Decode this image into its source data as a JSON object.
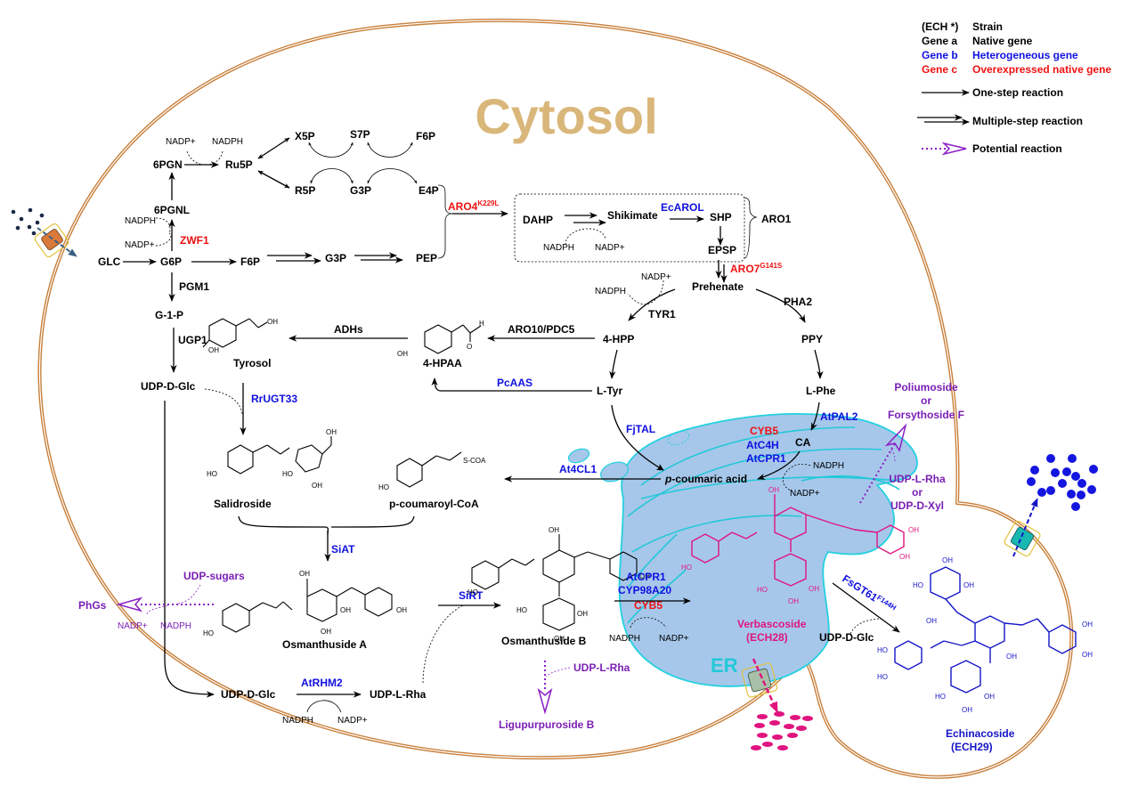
{
  "compartments": {
    "cytosol": "Cytosol",
    "er": "ER"
  },
  "legend": {
    "rows": [
      {
        "key": "(ECH *)",
        "desc": "Strain",
        "color": "#000000"
      },
      {
        "key": "Gene a",
        "desc": "Native gene",
        "color": "#000000"
      },
      {
        "key": "Gene b",
        "desc": "Heterogeneous gene",
        "color": "#1010e0"
      },
      {
        "key": "Gene c",
        "desc": "Overexpressed native gene",
        "color": "#ee1111"
      }
    ],
    "arrows": {
      "one_step": "One-step reaction",
      "multi_step": "Multiple-step reaction",
      "potential": "Potential  reaction"
    }
  },
  "colors": {
    "native": "#000000",
    "heterogeneous": "#1010e0",
    "overexpressed": "#ee1111",
    "potential": "#7a1fb5",
    "verbascoside": "#e0157f",
    "echinacoside": "#1515c8",
    "membrane": "#c8803c",
    "er_fill": "#a6c7ea",
    "er_edge": "#23d0e0",
    "cytosol_title": "#d9b77a"
  },
  "metabolites": {
    "glc": "GLC",
    "g6p": "G6P",
    "f6p_glyco": "F6P",
    "g3p_glyco": "G3P",
    "pep": "PEP",
    "pgnl": "6PGNL",
    "pgn": "6PGN",
    "ru5p": "Ru5P",
    "x5p": "X5P",
    "s7p": "S7P",
    "f6p_ppp": "F6P",
    "r5p": "R5P",
    "g3p_ppp": "G3P",
    "e4p": "E4P",
    "g1p": "G-1-P",
    "udp_glc_1": "UDP-D-Glc",
    "udp_glc_2": "UDP-D-Glc",
    "udp_glc_3": "UDP-D-Glc",
    "udp_rha": "UDP-L-Rha",
    "dahp": "DAHP",
    "shikimate": "Shikimate",
    "shp": "SHP",
    "epsp": "EPSP",
    "prehenate": "Prehenate",
    "hpp": "4-HPP",
    "ppy": "PPY",
    "ltyr": "L-Tyr",
    "lphe": "L-Phe",
    "hpaa": "4-HPAA",
    "tyrosol": "Tyrosol",
    "salidroside": "Salidroside",
    "pcoumaroyl_coa": "p-coumaroyl-CoA",
    "pcoumaric_italic": "p",
    "pcoumaric_rest": "-coumaric acid",
    "ca": "CA",
    "osmanthuside_a": "Osmanthuside A",
    "osmanthuside_b": "Osmanthuside B",
    "verbascoside": "Verbascoside",
    "verbascoside_strain": "(ECH28)",
    "echinacoside": "Echinacoside",
    "echinacoside_strain": "(ECH29)",
    "scoa": "S-COA"
  },
  "cofactors": {
    "nadph": "NADPH",
    "nadp": "NADP+"
  },
  "genes": {
    "zwf1": "ZWF1",
    "pgm1": "PGM1",
    "ugp1": "UGP1",
    "aro4": "ARO4",
    "aro4_sup": "K229L",
    "ecarol": "EcAROL",
    "aro1": "ARO1",
    "aro7": "ARO7",
    "aro7_sup": "G141S",
    "tyr1": "TYR1",
    "pha2": "PHA2",
    "aro10": "ARO10/PDC5",
    "adhs": "ADHs",
    "pcaas": "PcAAS",
    "rrugt33": "RrUGT33",
    "fjtal": "FjTAL",
    "atpal2": "AtPAL2",
    "cyb5_top": "CYB5",
    "atc4h": "AtC4H",
    "atcpr1_top": "AtCPR1",
    "at4cl1": "At4CL1",
    "siat": "SiAT",
    "sirt": "SiRT",
    "atrhm2": "AtRHM2",
    "atcpr1_bot": "AtCPR1",
    "cyp98a20": "CYP98A20",
    "cyb5_bot": "CYB5",
    "fsgt61": "FsGT61",
    "fsgt61_sup": "F144H"
  },
  "potential": {
    "phgs": "PhGs",
    "udp_sugars": "UDP-sugars",
    "udp_rha": "UDP-L-Rha",
    "ligupurpuroside": "Ligupurpuroside B",
    "poliumoside_1": "Poliumoside",
    "poliumoside_or": "or",
    "poliumoside_2": "Forsythoside F",
    "udp_rha_2": "UDP-L-Rha",
    "udp_or": "or",
    "udp_xyl": "UDP-D-Xyl"
  },
  "chem_labels": {
    "oh": "OH",
    "ho": "HO",
    "o": "O",
    "h": "H"
  }
}
